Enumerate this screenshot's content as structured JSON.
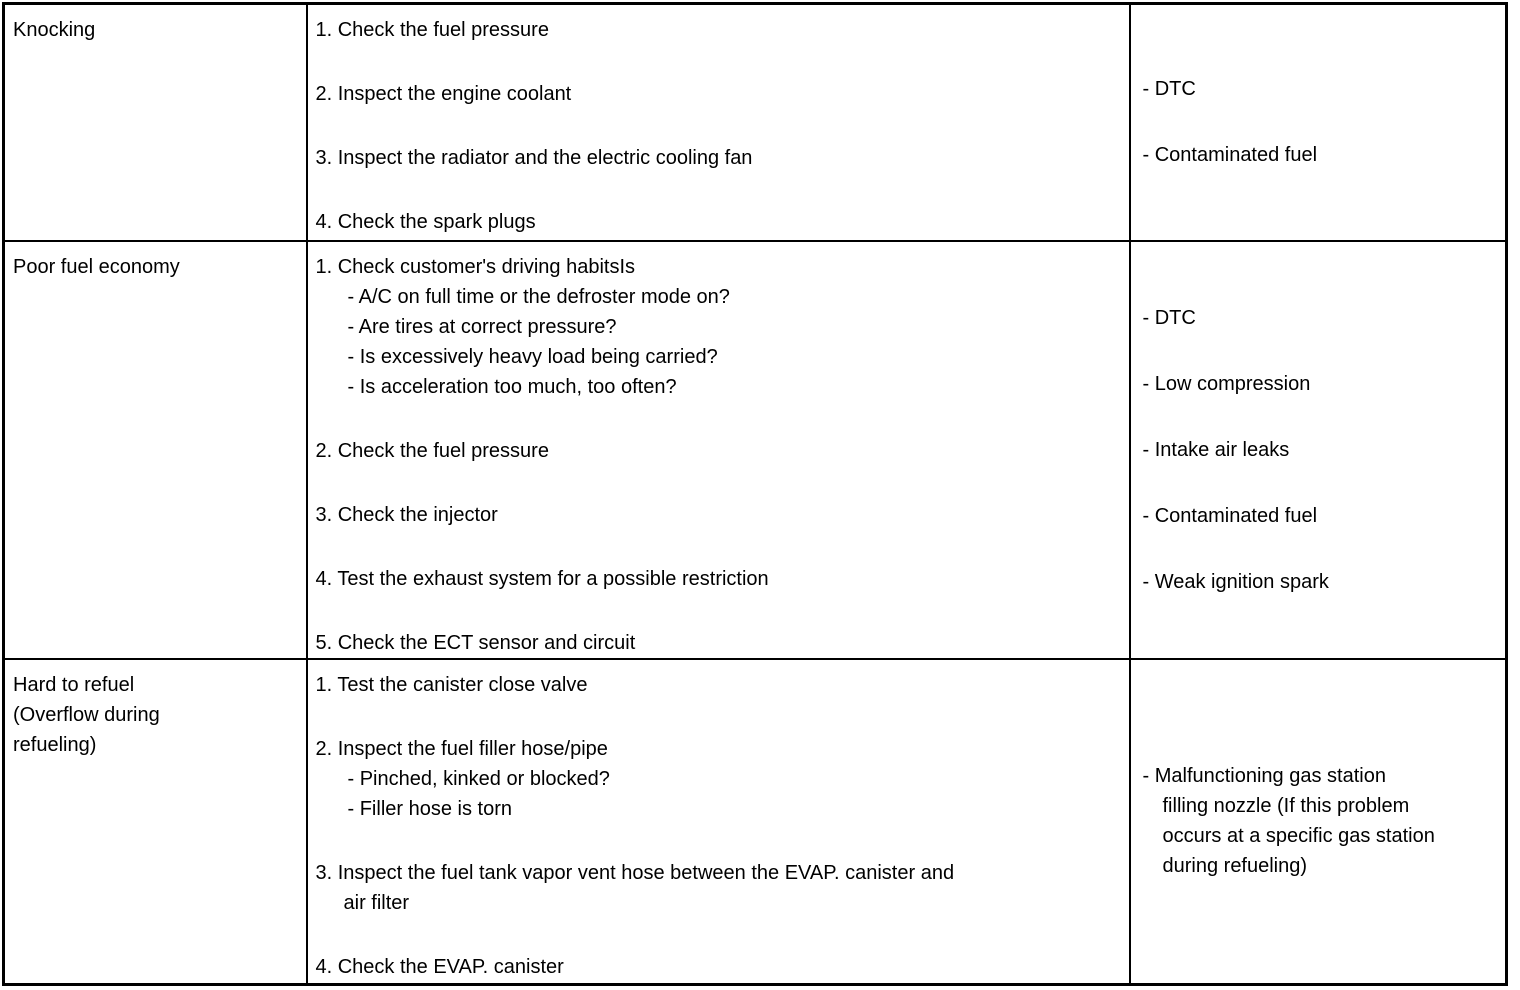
{
  "table": {
    "rows": [
      {
        "symptom": {
          "lines": [
            "Knocking"
          ]
        },
        "steps": [
          {
            "lines": [
              "1. Check the fuel pressure"
            ]
          },
          {
            "lines": [
              "2. Inspect the engine coolant"
            ]
          },
          {
            "lines": [
              "3. Inspect the radiator and the electric cooling fan"
            ]
          },
          {
            "lines": [
              "4. Check the spark plugs"
            ]
          }
        ],
        "causes": [
          {
            "lines": [
              "- DTC"
            ]
          },
          {
            "lines": [
              "- Contaminated fuel"
            ]
          }
        ]
      },
      {
        "symptom": {
          "lines": [
            "Poor fuel economy"
          ]
        },
        "steps": [
          {
            "lines": [
              "1. Check customer's driving habitsIs"
            ],
            "subs": [
              "- A/C on full time or the defroster mode on?",
              "- Are tires at correct pressure?",
              "- Is excessively heavy load being carried?",
              "- Is acceleration too much, too often?"
            ]
          },
          {
            "lines": [
              "2. Check the fuel pressure"
            ]
          },
          {
            "lines": [
              "3. Check the injector"
            ]
          },
          {
            "lines": [
              "4. Test the exhaust system for a possible restriction"
            ]
          },
          {
            "lines": [
              "5. Check the ECT sensor and circuit"
            ]
          }
        ],
        "causes": [
          {
            "lines": [
              "- DTC"
            ]
          },
          {
            "lines": [
              "- Low compression"
            ]
          },
          {
            "lines": [
              "- Intake air leaks"
            ]
          },
          {
            "lines": [
              "- Contaminated fuel"
            ]
          },
          {
            "lines": [
              "- Weak ignition spark"
            ]
          }
        ]
      },
      {
        "symptom": {
          "lines": [
            "Hard to refuel",
            "(Overflow during",
            "refueling)"
          ]
        },
        "steps": [
          {
            "lines": [
              "1. Test the canister close valve"
            ]
          },
          {
            "lines": [
              "2. Inspect the fuel filler hose/pipe"
            ],
            "subs": [
              "- Pinched, kinked or blocked?",
              "- Filler hose is torn"
            ]
          },
          {
            "lines": [
              "3. Inspect the fuel tank vapor vent hose between the EVAP. canister and",
              "air filter"
            ]
          },
          {
            "lines": [
              "4. Check the EVAP. canister"
            ]
          }
        ],
        "causes": [
          {
            "lines": [
              "- Malfunctioning gas station",
              "filling nozzle (If this problem",
              "occurs at a specific gas station",
              "during refueling)"
            ]
          }
        ]
      }
    ]
  }
}
